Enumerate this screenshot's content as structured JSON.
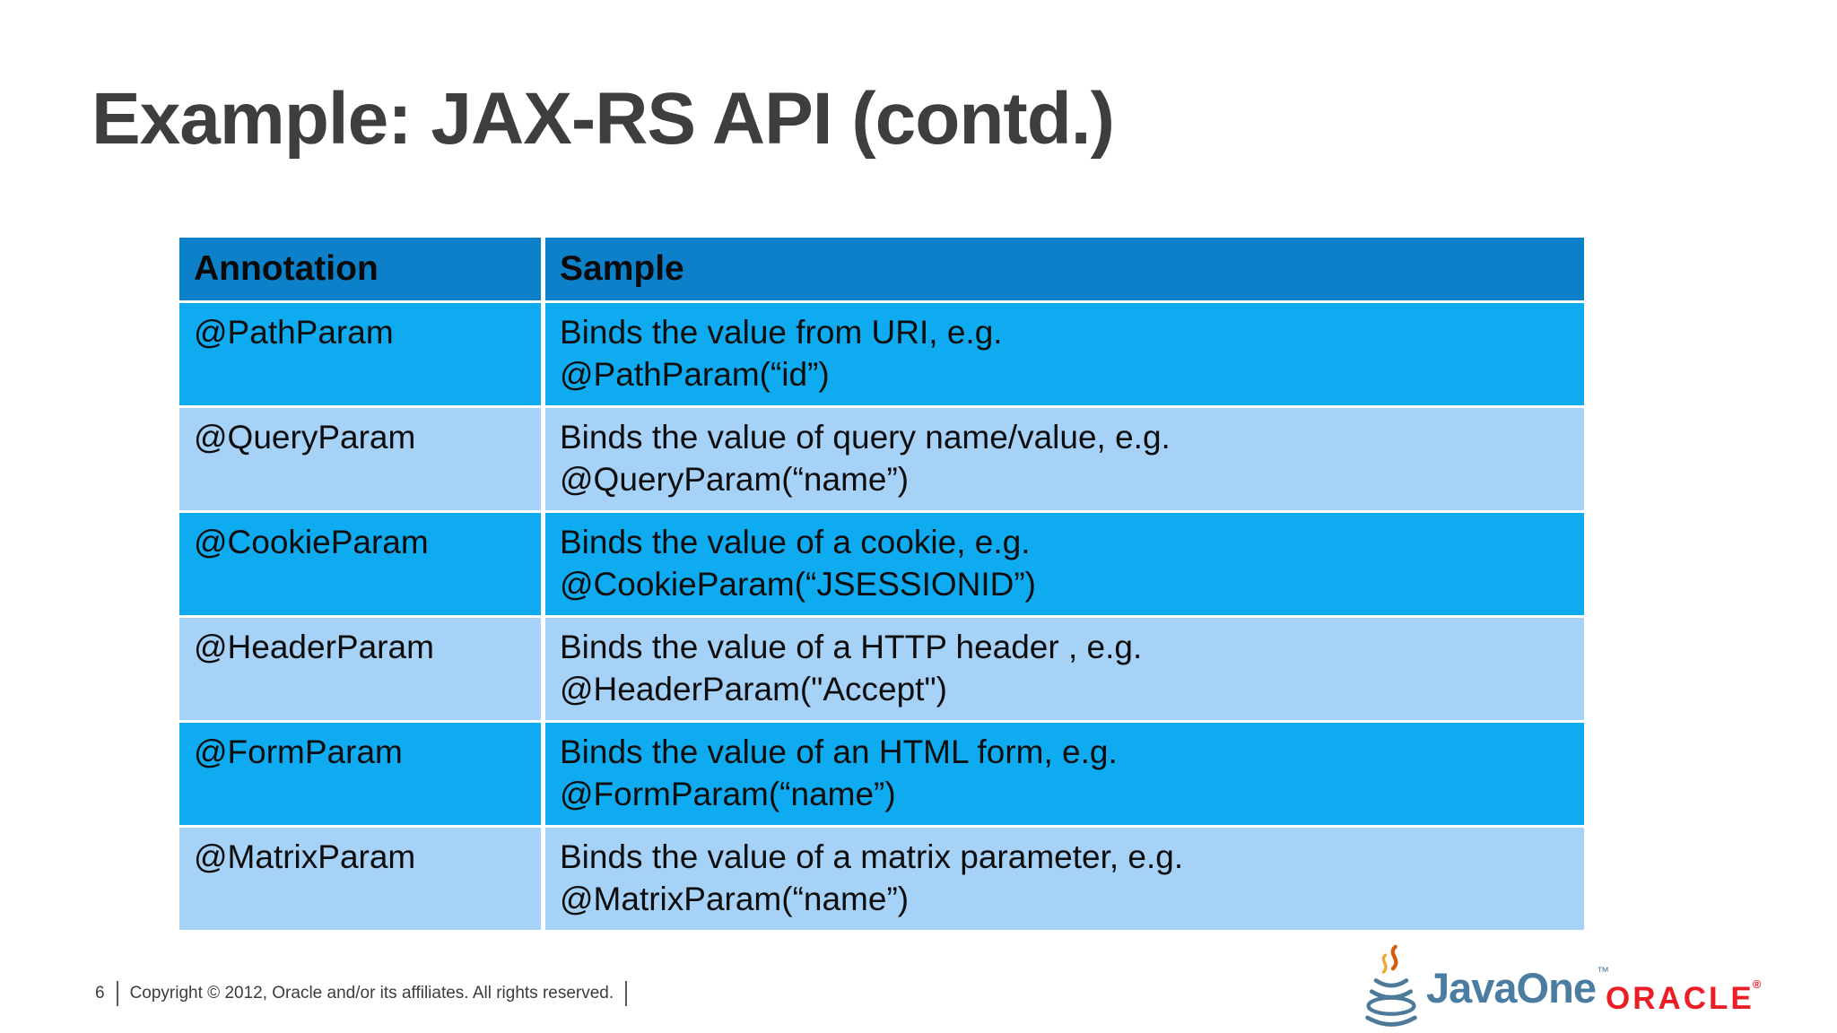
{
  "slide": {
    "title": "Example: JAX-RS API (contd.)",
    "table": {
      "headers": [
        "Annotation",
        "Sample"
      ],
      "rows": [
        {
          "annotation": "@PathParam",
          "sample_line1": "Binds the value from URI, e.g.",
          "sample_line2": "@PathParam(“id”)"
        },
        {
          "annotation": "@QueryParam",
          "sample_line1": "Binds the value of query name/value, e.g.",
          "sample_line2": "@QueryParam(“name”)"
        },
        {
          "annotation": "@CookieParam",
          "sample_line1": "Binds the value of a cookie, e.g.",
          "sample_line2": "@CookieParam(“JSESSIONID”)"
        },
        {
          "annotation": "@HeaderParam",
          "sample_line1": "Binds the value of a HTTP header , e.g.",
          "sample_line2": "@HeaderParam(\"Accept\")"
        },
        {
          "annotation": "@FormParam",
          "sample_line1": "Binds the value of an HTML form, e.g.",
          "sample_line2": "@FormParam(“name”)"
        },
        {
          "annotation": "@MatrixParam",
          "sample_line1": "Binds the value of a matrix parameter, e.g.",
          "sample_line2": "@MatrixParam(“name”)"
        }
      ]
    },
    "footer": {
      "page_number": "6",
      "copyright": "Copyright © 2012, Oracle and/or its affiliates. All rights reserved."
    },
    "logos": {
      "javaone_icon": "java-cup-icon",
      "javaone_text": "JavaOne",
      "javaone_tm": "™",
      "oracle_text": "ORACLE",
      "oracle_r": "®"
    },
    "colors": {
      "table_header_bg": "#0d80ca",
      "row_bright_blue": "#0fabf0",
      "row_light_blue": "#a7d2f7",
      "title_gray": "#3e3e3e",
      "javaone_blue": "#4b7ca1",
      "java_cup_blue": "#4d7a99",
      "java_steam_orange": "#e98a16",
      "oracle_red": "#eb1e25"
    }
  }
}
